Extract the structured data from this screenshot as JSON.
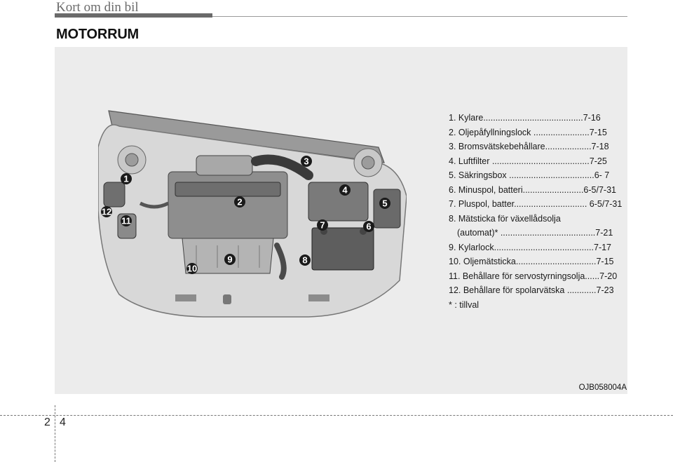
{
  "header": {
    "chapter_title": "Kort om din bil"
  },
  "section": {
    "title": "MOTORRUM"
  },
  "figure": {
    "code": "OJB058004A",
    "callouts": [
      "1",
      "2",
      "3",
      "4",
      "5",
      "6",
      "7",
      "8",
      "9",
      "10",
      "11",
      "12"
    ]
  },
  "legend": {
    "items": [
      "1. Kylare.........................................7-16",
      "2. Oljepåfyllningslock .......................7-15",
      "3. Bromsvätskebehållare...................7-18",
      "4. Luftfilter ........................................7-25",
      "5. Säkringsbox ...................................6- 7",
      "6. Minuspol, batteri.........................6-5/7-31",
      "7. Pluspol, batter.............................. 6-5/7-31",
      "8. Mätsticka för växellådsolja",
      "(automat)* .......................................7-21",
      "9. Kylarlock.........................................7-17",
      "10. Oljemätsticka.................................7-15",
      "11. Behållare för servostyrningsolja......7-20",
      "12. Behållare för spolarvätska ............7-23",
      "* : tillval"
    ]
  },
  "footer": {
    "section_number": "2",
    "page_number": "4"
  }
}
